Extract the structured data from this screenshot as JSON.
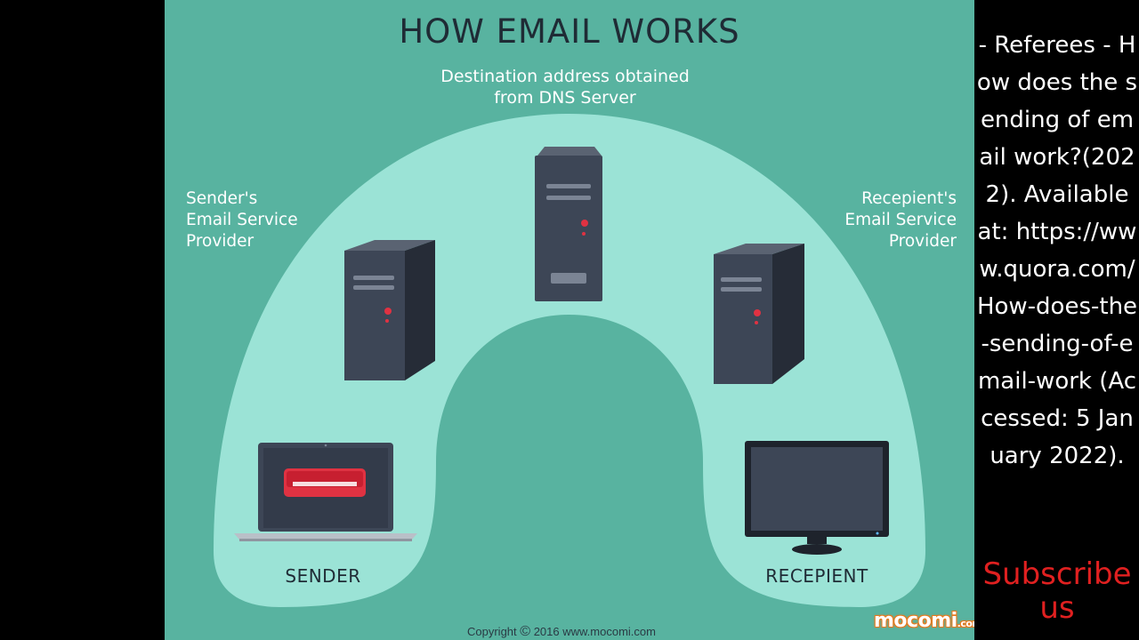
{
  "infographic": {
    "title": "HOW EMAIL WORKS",
    "dns_caption_line1": "Destination address obtained",
    "dns_caption_line2": "from DNS Server",
    "sender_provider": [
      "Sender's",
      "Email Service",
      "Provider"
    ],
    "recipient_provider": [
      "Recepient's",
      "Email Service",
      "Provider"
    ],
    "sender_label": "SENDER",
    "recipient_label": "RECEPIENT",
    "copyright_prefix": "Copyright",
    "copyright_symbol": "©",
    "copyright_rest": "2016 www.mocomi.com",
    "logo_text": "mocomi",
    "logo_suffix": ".com",
    "colors": {
      "background": "#58b3a0",
      "arch": "#9be3d6",
      "server": "#3d4656",
      "accent_red": "#e03242"
    }
  },
  "sidebar": {
    "referees_text": "- Referees - How does the sending of email work?(2022). Available at: https://www.quora.com/How-does-the-sending-of-email-work (Accessed: 5 January 2022).",
    "subscribe_text": "Subscribe us"
  }
}
